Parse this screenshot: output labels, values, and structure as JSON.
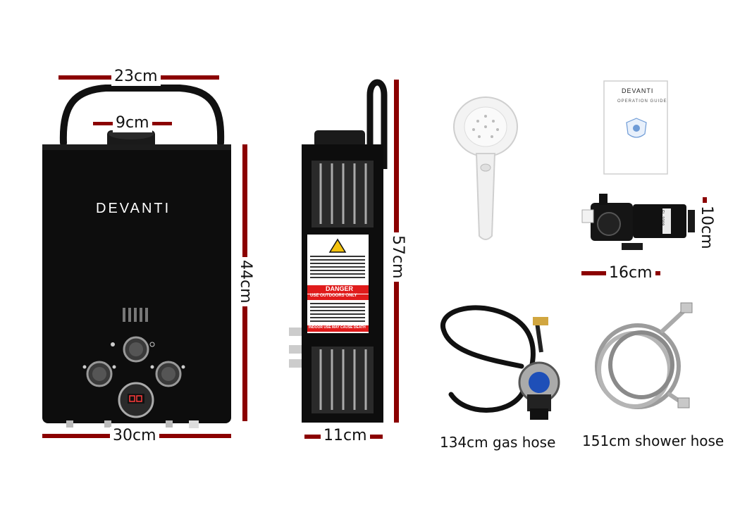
{
  "brand": "DEVANTI",
  "guide": {
    "brand": "DEVANTI",
    "title": "OPERATION GUIDE"
  },
  "dimensions": {
    "width_top": "23cm",
    "chimney": "9cm",
    "height_front": "44cm",
    "width_bottom": "30cm",
    "height_side": "57cm",
    "depth": "11cm",
    "pump_height": "10cm",
    "pump_width": "16cm"
  },
  "captions": {
    "gas_hose": "134cm gas hose",
    "shower_hose": "151cm shower hose"
  },
  "label": {
    "danger": "DANGER",
    "outdoors": "USE OUTDOORS ONLY",
    "indoor": "INDOOR USE MAY CAUSE DEATH"
  },
  "pump_model": "FL-2203",
  "colors": {
    "dimension_line": "#8b0000",
    "unit_body": "#0d0d0d",
    "brand_blue": "#1e6fd9"
  }
}
